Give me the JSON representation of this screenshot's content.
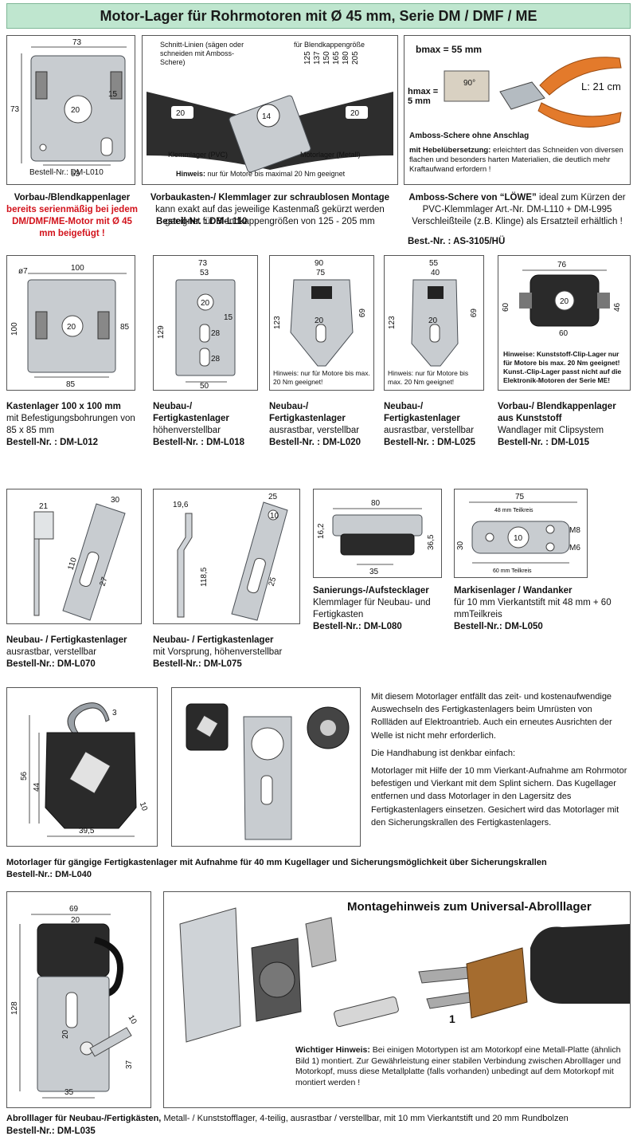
{
  "title": "Motor-Lager für Rohrmotoren mit Ø 45 mm, Serie DM / DMF / ME",
  "row1": {
    "l010": {
      "dims": {
        "w": "73",
        "h": "73",
        "hole": "20",
        "side": "15",
        "bottom": "53"
      },
      "order_inline": "Bestell-Nr.: DM-L010",
      "caption_title": "Vorbau-/Blendkappenlager",
      "caption_red": "bereits serienmäßig bei jedem DM/DMF/ME-Motor mit Ø 45 mm beigefügt !"
    },
    "l110": {
      "label_cut": "Schnitt-Linien (sägen oder schneiden mit Amboss-Schere)",
      "label_blend": "für Blendkappengröße",
      "sizes": [
        "125",
        "137",
        "150",
        "165",
        "180",
        "205"
      ],
      "n20a": "20",
      "n14": "14",
      "n20b": "20",
      "label_clamp": "Klemmlager (PVC)",
      "label_motor": "Motorlager (Metall)",
      "hint_bold": "Hinweis:",
      "hint_text": "nur für Motore bis maximal 20 Nm geeignet",
      "caption_title": "Vorbaukasten-/ Klemmlager zur schraublosen Montage",
      "caption_text": "kann exakt auf das jeweilige Kastenmaß gekürzt werden geeignet für Blendkappengrößen von 125 - 205 mm",
      "order": "Bestell-Nr. : DM-L110"
    },
    "shear": {
      "bmax": "bmax = 55 mm",
      "hmax": "hmax = 5 mm",
      "angle": "90°",
      "length": "L: 21 cm",
      "sub_title": "Amboss-Schere ohne Anschlag",
      "lever_bold": "mit Hebelübersetzung:",
      "lever_text": "erleichtert das Schneiden von diversen flachen und besonders harten Materialien, die deutlich mehr Kraftaufwand erfordern !",
      "caption_title": "Amboss-Schere von “LÖWE”",
      "caption_text": "ideal zum Kürzen der PVC-Klemmlager Art.-Nr. DM-L110 + DM-L995 Verschleißteile (z.B. Klinge) als Ersatzteil erhältlich !",
      "order": "Best.-Nr. : AS-3105/HÜ"
    }
  },
  "row2": {
    "l012": {
      "dims": {
        "w": "100",
        "h": "100",
        "hole": "20",
        "inner_h": "85",
        "inner_w": "85",
        "dia": "ø7"
      },
      "caption_title": "Kastenlager 100 x 100 mm",
      "caption_text": "mit Befestigungsbohrungen von 85 x 85 mm",
      "order": "Bestell-Nr. : DM-L012"
    },
    "l018": {
      "dims": {
        "w": "73",
        "w2": "53",
        "h": "129",
        "hole": "20",
        "s1": "28",
        "s2": "28",
        "b": "50",
        "side": "15"
      },
      "caption_title": "Neubau-/ Fertigkastenlager",
      "caption_text": "höhenverstellbar",
      "order": "Bestell-Nr. : DM-L018"
    },
    "l020": {
      "dims": {
        "w": "90",
        "w2": "75",
        "h": "123",
        "h2": "69",
        "s": "20"
      },
      "hint": "Hinweis: nur für Motore bis max. 20 Nm geeignet!",
      "caption_title": "Neubau-/ Fertigkastenlager",
      "caption_text": "ausrastbar, verstellbar",
      "order": "Bestell-Nr. : DM-L020"
    },
    "l025": {
      "dims": {
        "w": "55",
        "w2": "40",
        "h": "123",
        "h2": "69",
        "s": "20"
      },
      "hint": "Hinweis: nur für Motore bis max. 20 Nm geeignet!",
      "caption_title": "Neubau-/ Fertigkastenlager",
      "caption_text": "ausrastbar, verstellbar",
      "order": "Bestell-Nr. : DM-L025"
    },
    "l015": {
      "dims": {
        "w": "76",
        "h": "60",
        "h2": "46",
        "b": "60",
        "hole": "20"
      },
      "hint": "Hinweise: Kunststoff-Clip-Lager nur für Motore bis max. 20 Nm geeignet! Kunst.-Clip-Lager passt nicht auf die Elektronik-Motoren der Serie ME!",
      "caption_title": "Vorbau-/ Blendkappenlager aus Kunststoff",
      "caption_text": "Wandlager mit Clipsystem",
      "order": "Bestell-Nr. : DM-L015"
    }
  },
  "row3": {
    "l070": {
      "dims": {
        "a": "21",
        "b": "30",
        "c": "110",
        "d": "27"
      },
      "caption_title": "Neubau- / Fertigkastenlager",
      "caption_text": "ausrastbar, verstellbar",
      "order": "Bestell-Nr.: DM-L070"
    },
    "l075": {
      "dims": {
        "a": "19,6",
        "b": "25",
        "c": "118,5",
        "d": "25",
        "e": "10"
      },
      "caption_title": "Neubau- / Fertigkastenlager",
      "caption_text": "mit Vorsprung, höhenverstellbar",
      "order": "Bestell-Nr.: DM-L075"
    },
    "l080": {
      "dims": {
        "w": "80",
        "h": "16,2",
        "h2": "36,5",
        "b": "35"
      },
      "caption_title": "Sanierungs-/Aufstecklager",
      "caption_text": "Klemmlager für Neubau- und Fertigkasten",
      "order": "Bestell-Nr.: DM-L080"
    },
    "l050": {
      "dims": {
        "w": "75",
        "circ1": "48 mm Teilkreis",
        "h": "30",
        "hole": "10",
        "m8": "M8",
        "m6": "M6",
        "circ2": "60 mm Teilkreis"
      },
      "caption_title": "Markisenlager / Wandanker",
      "caption_text": "für 10 mm Vierkantstift mit 48 mm + 60 mmTeilkreis",
      "order": "Bestell-Nr.: DM-L050"
    }
  },
  "row4": {
    "dims": {
      "h": "56",
      "h2": "44",
      "w": "39,5",
      "wire": "3",
      "d": "10"
    },
    "para1": "Mit diesem Motorlager entfällt das zeit- und kosten­aufwendige Auswechseln des Fertigkastenlagers beim Umrüsten von Rollläden auf Elektroantrieb. Auch ein erneutes Ausrichten der Welle ist nicht mehr erforderlich.",
    "para2": "Die Handhabung ist denkbar einfach:",
    "para3": "Motorlager mit Hilfe der 10 mm Vierkant-Aufnahme am Rohrmotor befestigen und Vierkant mit dem Splint sichern. Das Kugellager entfernen und dass Motorlager in den Lagersitz des Fertigkastenlagers einsetzen. Gesichert wird das Motorlager mit den Sicherungskrallen des Fertigkastenlagers.",
    "caption": "Motorlager für gängige Fertigkastenlager mit Aufnahme für 40 mm Kugellager und Sicherungsmöglichkeit über Sicherungskrallen",
    "order": "Bestell-Nr.: DM-L040"
  },
  "row5": {
    "dims": {
      "w": "69",
      "w2": "20",
      "h": "128",
      "m": "20",
      "s": "37",
      "b": "35",
      "d": "10"
    },
    "mont_title": "Montagehinweis zum Universal-Abrolllager",
    "num1": "1",
    "hint_bold": "Wichtiger Hinweis:",
    "hint_text": "Bei einigen Motortypen ist am Motorkopf eine Metall-Platte (ähnlich Bild 1) montiert. Zur Gewährleistung einer stabilen Verbindung zwischen Abrolllager und Motorkopf, muss diese Metallplatte (falls vorhanden) unbedingt auf dem Motorkopf mit montiert werden !",
    "caption_bold": "Abrolllager für Neubau-/Fertigkästen,",
    "caption_text": "Metall- / Kunststofflager, 4-teilig, ausrastbar / verstellbar, mit 10 mm Vierkantstift und 20 mm Rundbolzen",
    "order": "Bestell-Nr.: DM-L035"
  }
}
